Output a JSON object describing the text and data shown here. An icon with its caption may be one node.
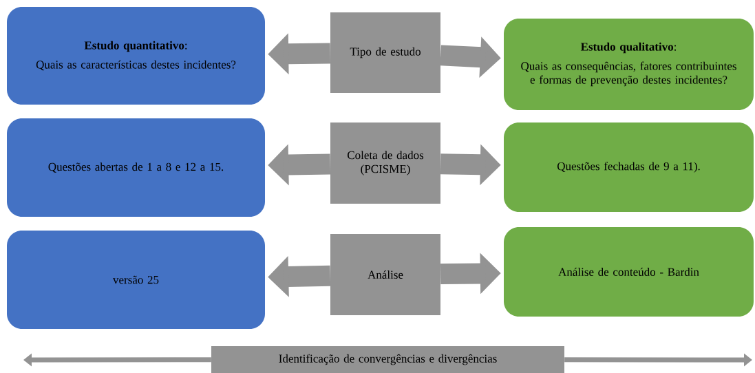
{
  "diagram": {
    "nodes": [
      {
        "text": [
          "**Estudo quantitativo**:",
          "Quais as características destes incidentes?"
        ]
      },
      {
        "text": [
          "Tipo de estudo"
        ]
      },
      {
        "text": [
          "**Estudo qualitativo**:",
          "Quais as consequências, fatores contribuintes e formas de prevenção destes incidentes?"
        ]
      },
      {
        "text": [
          "Questões abertas de 1 a 8 e 12 a 15."
        ]
      },
      {
        "text": [
          "Coleta de dados (PCISME)"
        ]
      },
      {
        "text": [
          "Questões fechadas de 9 a 11)."
        ]
      },
      {
        "text": [
          "versão 25"
        ]
      },
      {
        "text": [
          "Análise"
        ]
      },
      {
        "text": [
          "Análise de conteúdo - Bardin"
        ]
      },
      {
        "text": [
          "Identificação de convergências e divergências"
        ]
      }
    ],
    "edges": [
      {
        "from": 1,
        "to": 0,
        "arrow": "to"
      },
      {
        "from": 1,
        "to": 2,
        "arrow": "to"
      },
      {
        "from": 4,
        "to": 3,
        "arrow": "to"
      },
      {
        "from": 4,
        "to": 5,
        "arrow": "to"
      },
      {
        "from": 7,
        "to": 6,
        "arrow": "to"
      },
      {
        "from": 7,
        "to": 8,
        "arrow": "to"
      },
      {
        "from": 9,
        "to": null,
        "arrow": "to"
      },
      {
        "from": 9,
        "to": null,
        "arrow": "to"
      }
    ]
  }
}
